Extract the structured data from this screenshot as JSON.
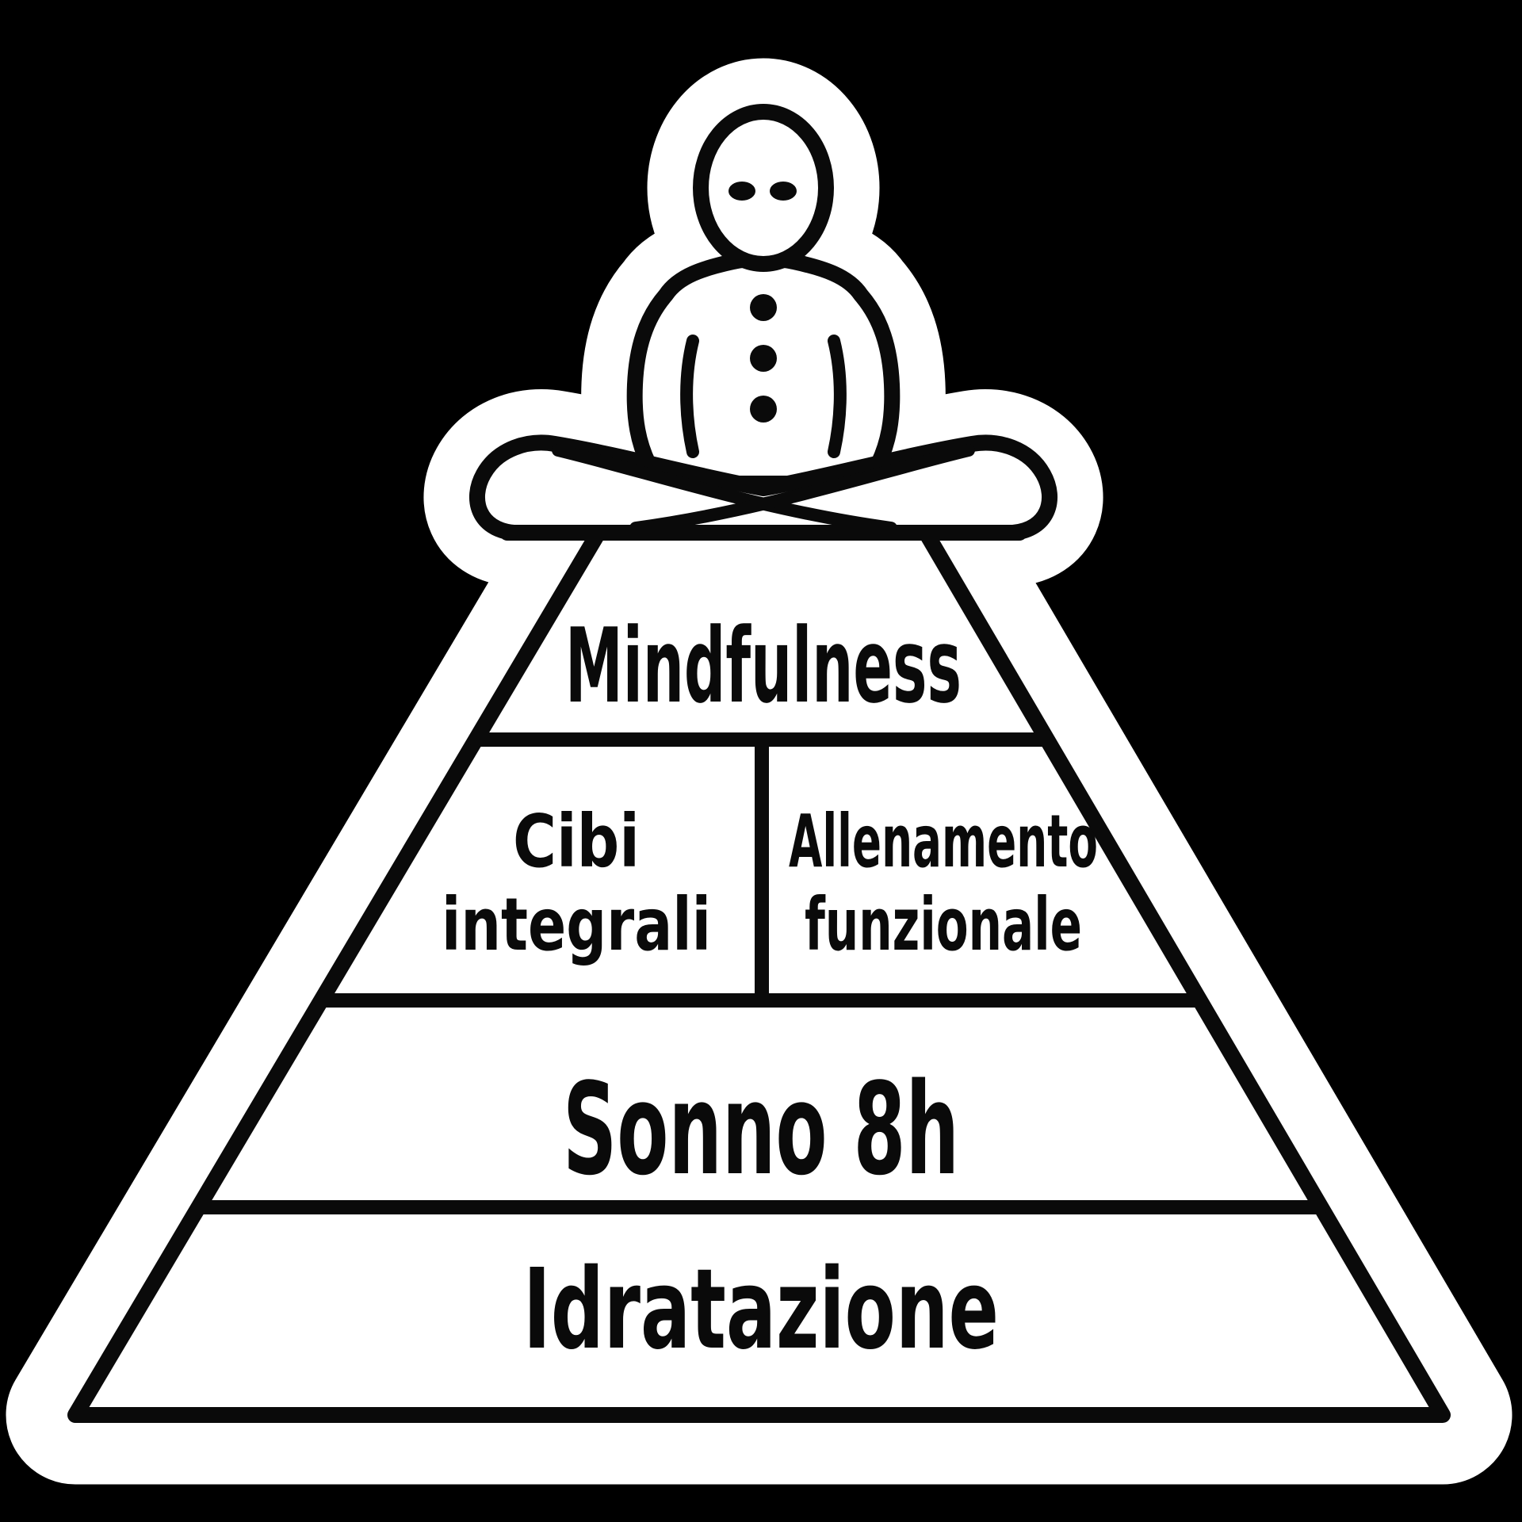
{
  "scene": {
    "title": "Wellness pyramid with meditating person",
    "background_color": "#000000",
    "line_color": "#0a0a0a",
    "fill_color": "#ffffff",
    "sticker_halo_color": "#ffffff",
    "figure": "meditating-person-icon"
  },
  "pyramid": {
    "levels": [
      {
        "row": 1,
        "label": "Mindfulness"
      },
      {
        "row": 2,
        "left": {
          "label": "Cibi integrali",
          "lines": [
            "Cibi",
            "integrali"
          ]
        },
        "right": {
          "label": "Allenamento funzionale",
          "lines": [
            "Allenamento",
            "funzionale"
          ]
        }
      },
      {
        "row": 3,
        "label": "Sonno 8h"
      },
      {
        "row": 4,
        "label": "Idratazione"
      }
    ]
  }
}
